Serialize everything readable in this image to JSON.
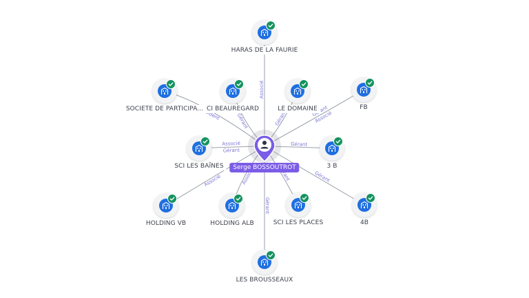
{
  "graph": {
    "center": {
      "label": "Serge BOSSOUTROT",
      "icon": "person-icon",
      "color": "#7b5ce6"
    },
    "icon_color": "#1f6fe0",
    "check_color": "#14935f",
    "edge_label_color": "#7d74d6",
    "nodes": [
      {
        "id": "haras",
        "label": "HARAS DE LA FAURIE",
        "icon": "building-icon",
        "status": "check-icon"
      },
      {
        "id": "societe",
        "label": "SOCIETE DE PARTICIPA...",
        "icon": "building-icon",
        "status": "check-icon"
      },
      {
        "id": "beauregard",
        "label": "CI BEAUREGARD",
        "icon": "building-icon",
        "status": "check-icon"
      },
      {
        "id": "domaine",
        "label": "LE DOMAINE",
        "icon": "building-icon",
        "status": "check-icon"
      },
      {
        "id": "fb",
        "label": "FB",
        "icon": "building-icon",
        "status": "check-icon"
      },
      {
        "id": "bains",
        "label": "SCI LES BAÏNES",
        "icon": "building-icon",
        "status": "check-icon"
      },
      {
        "id": "3b",
        "label": "3 B",
        "icon": "building-icon",
        "status": "check-icon"
      },
      {
        "id": "holdingvb",
        "label": "HOLDING VB",
        "icon": "building-icon",
        "status": "check-icon"
      },
      {
        "id": "holdingalb",
        "label": "HOLDING ALB",
        "icon": "building-icon",
        "status": "check-icon"
      },
      {
        "id": "places",
        "label": "SCI LES PLACES",
        "icon": "building-icon",
        "status": "check-icon"
      },
      {
        "id": "4b",
        "label": "4B",
        "icon": "building-icon",
        "status": "check-icon"
      },
      {
        "id": "brousseaux",
        "label": "LES BROUSSEAUX",
        "icon": "building-icon",
        "status": "check-icon"
      }
    ],
    "edges": [
      {
        "to": "haras",
        "labels": [
          "Associé"
        ]
      },
      {
        "to": "societe",
        "labels": [
          "Président"
        ]
      },
      {
        "to": "beauregard",
        "labels": [
          "Gérant"
        ]
      },
      {
        "to": "domaine",
        "labels": [
          "Gérant"
        ]
      },
      {
        "to": "fb",
        "labels": [
          "Gérant",
          "Associé"
        ]
      },
      {
        "to": "bains",
        "labels": [
          "Gérant",
          "Associé"
        ]
      },
      {
        "to": "3b",
        "labels": [
          "Gérant"
        ]
      },
      {
        "to": "holdingvb",
        "labels": [
          "Associé"
        ]
      },
      {
        "to": "holdingalb",
        "labels": [
          "Associé"
        ]
      },
      {
        "to": "places",
        "labels": [
          "Gérant"
        ]
      },
      {
        "to": "4b",
        "labels": [
          "Gérant"
        ]
      },
      {
        "to": "brousseaux",
        "labels": [
          "Gérant"
        ]
      }
    ]
  }
}
